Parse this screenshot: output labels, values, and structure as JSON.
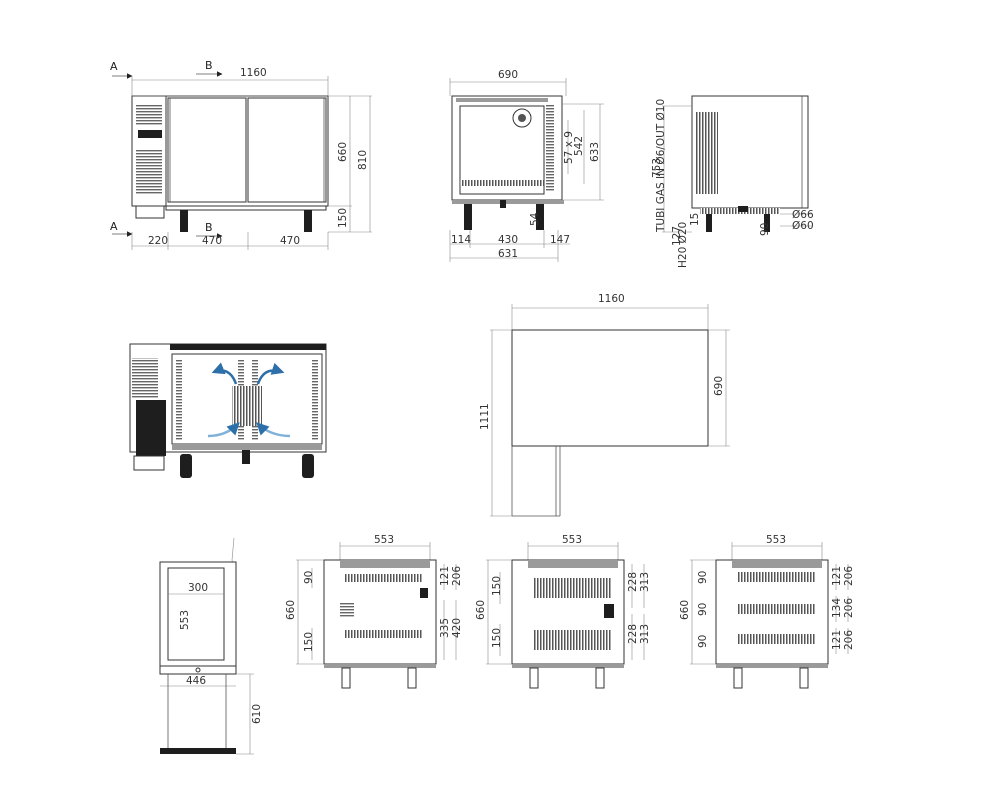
{
  "view1": {
    "section_a": "A",
    "section_b": "B",
    "width": "1160",
    "height_total": "810",
    "height_body": "660",
    "legs": "150",
    "split_left": "220",
    "split_mid": "470",
    "split_right": "470"
  },
  "view2": {
    "width": "690",
    "h_633": "633",
    "h_542": "542",
    "h_57x9": "57 x 9",
    "h_54": "54",
    "w_114": "114",
    "w_430": "430",
    "w_147": "147",
    "w_631": "631"
  },
  "view3": {
    "h_753": "753",
    "tubi_gas": "TUBI GAS IN Ø6/OUT Ø10",
    "h2o": "H20 Ø20",
    "d_127": "127",
    "d_15": "15",
    "d_90": "90",
    "o66": "Ø66",
    "o60": "Ø60"
  },
  "plan": {
    "width": "1160",
    "depth": "690",
    "total": "1111"
  },
  "door_view": {
    "w_300": "300",
    "h_553": "553",
    "w_446": "446",
    "h_610": "610"
  },
  "section_s1": {
    "w_553": "553",
    "h_660": "660",
    "h_90": "90",
    "h_150": "150",
    "h_121": "121",
    "h_206": "206",
    "h_335": "335",
    "h_420": "420"
  },
  "section_s2": {
    "w_553": "553",
    "h_660": "660",
    "h_150a": "150",
    "h_150b": "150",
    "h_228a": "228",
    "h_313a": "313",
    "h_228b": "228",
    "h_313b": "313"
  },
  "section_s3": {
    "w_553": "553",
    "h_660": "660",
    "h_90a": "90",
    "h_90b": "90",
    "h_90c": "90",
    "h_121a": "121",
    "h_206a": "206",
    "h_134": "134",
    "h_206b": "206",
    "h_121b": "121",
    "h_206c": "206"
  },
  "colors": {
    "line": "#555555",
    "dark_fill": "#1e1e1e",
    "arrow_blue": "#2d6fa8"
  }
}
